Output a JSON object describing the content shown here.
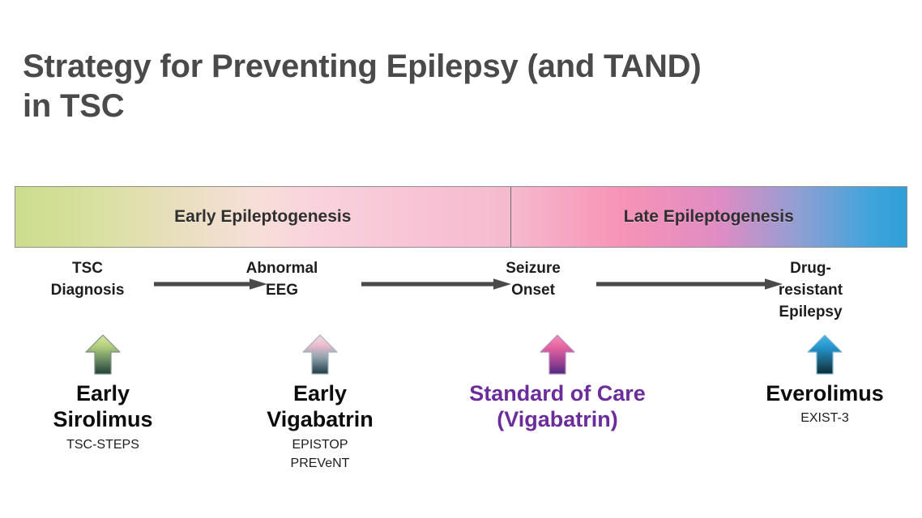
{
  "slide": {
    "title_lines": [
      "Strategy for Preventing Epilepsy (and TAND)",
      "in TSC"
    ],
    "title_color": "#4a4a4a",
    "background": "#ffffff"
  },
  "stage_bar": {
    "gradient_start_color": "#cbdd8d",
    "gradient_mid_color": "#f6b9ce",
    "gradient_end_color": "#2e9fd8",
    "divider_position_percent": 55.6,
    "stages": [
      {
        "label": "Early Epileptogenesis"
      },
      {
        "label": "Late Epileptogenesis"
      }
    ]
  },
  "flow": {
    "arrow_color": "#4a4a4a",
    "nodes": [
      {
        "lines": [
          "TSC",
          "Diagnosis"
        ]
      },
      {
        "lines": [
          "Abnormal",
          "EEG"
        ]
      },
      {
        "lines": [
          "Seizure",
          "Onset"
        ]
      },
      {
        "lines": [
          "Drug-",
          "resistant",
          "Epilepsy"
        ]
      }
    ],
    "arrows": [
      {
        "name": "arrow-tsc-to-eeg"
      },
      {
        "name": "arrow-eeg-to-seizure"
      },
      {
        "name": "arrow-seizure-to-drug-resistant"
      }
    ]
  },
  "interventions": [
    {
      "arrow_icon": "up-arrow-green",
      "arrow_top_color": "#c9e08a",
      "arrow_bottom_color": "#2e5240",
      "title_lines": [
        "Early",
        "Sirolimus"
      ],
      "title_color": "#0c0c0c",
      "trials": [
        "TSC-STEPS"
      ]
    },
    {
      "arrow_icon": "up-arrow-pink",
      "arrow_top_color": "#f4c2d2",
      "arrow_bottom_color": "#2b4a52",
      "title_lines": [
        "Early",
        "Vigabatrin"
      ],
      "title_color": "#0c0c0c",
      "trials": [
        "EPISTOP",
        "PREVeNT"
      ]
    },
    {
      "arrow_icon": "up-arrow-magenta",
      "arrow_top_color": "#ef7fb0",
      "arrow_bottom_color": "#5a2f86",
      "title_lines": [
        "Standard of Care",
        "(Vigabatrin)"
      ],
      "title_color": "#6c2d9c",
      "trials": []
    },
    {
      "arrow_icon": "up-arrow-blue",
      "arrow_top_color": "#3ba8dd",
      "arrow_bottom_color": "#123a49",
      "title_lines": [
        "Everolimus"
      ],
      "title_color": "#0c0c0c",
      "trials": [
        "EXIST-3"
      ]
    }
  ]
}
